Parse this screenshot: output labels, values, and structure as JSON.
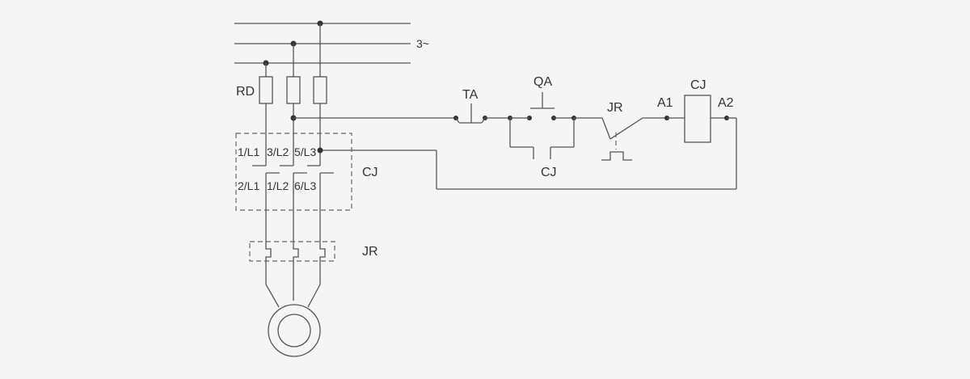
{
  "diagram": {
    "supply_label": "3~",
    "fuse_label": "RD",
    "contactor_box_label": "CJ",
    "overload_box_label": "JR",
    "terminals_top": [
      "1/L1",
      "3/L2",
      "5/L3"
    ],
    "terminals_bottom": [
      "2/L1",
      "1/L2",
      "6/L3"
    ],
    "stop_button_label": "TA",
    "start_button_label": "QA",
    "aux_contact_label": "CJ",
    "overload_contact_label": "JR",
    "coil_label": "CJ",
    "coil_terminal_a1": "A1",
    "coil_terminal_a2": "A2"
  }
}
